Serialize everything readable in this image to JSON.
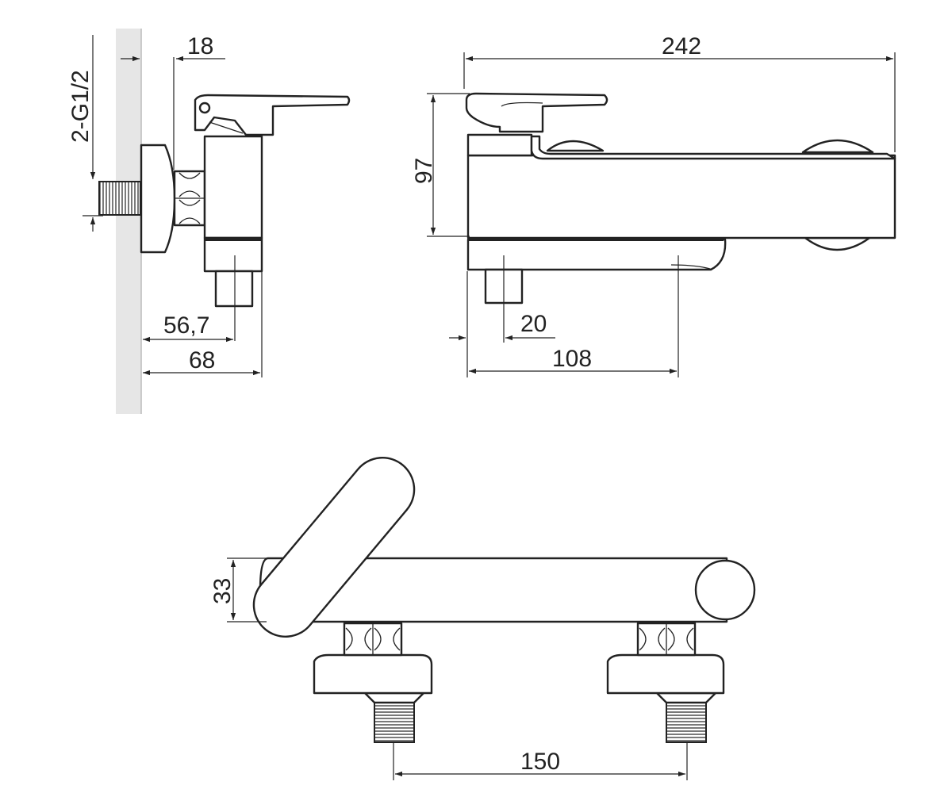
{
  "labels": {
    "thread_spec": "2-G1/2",
    "offset_18": "18",
    "depth_56_7": "56,7",
    "depth_68": "68",
    "length_242": "242",
    "height_97": "97",
    "outlet_20": "20",
    "outlet_108": "108",
    "diameter_33": "33",
    "spacing_150": "150"
  },
  "colors": {
    "line": "#222222",
    "wall": "#e6e6e6",
    "background": "#ffffff"
  }
}
